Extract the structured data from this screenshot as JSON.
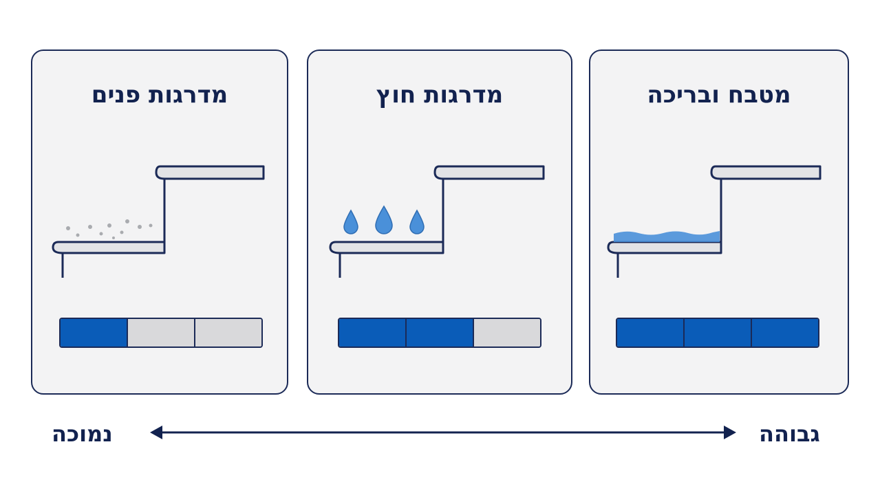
{
  "cards": [
    {
      "title": "מדרגות פנים",
      "filled_segments": 1,
      "total_segments": 3,
      "surface": "dust-icon"
    },
    {
      "title": "מדרגות חוץ",
      "filled_segments": 2,
      "total_segments": 3,
      "surface": "water-drops-icon"
    },
    {
      "title": "מטבח ובריכה",
      "filled_segments": 3,
      "total_segments": 3,
      "surface": "water-puddle-icon"
    }
  ],
  "scale": {
    "low_label": "נמוכה",
    "high_label": "גבוהה"
  },
  "colors": {
    "outline": "#1b2a57",
    "fill": "#0a5cb8",
    "empty": "#d9d9db",
    "water": "#4a90d9",
    "card_bg": "#f3f3f4"
  }
}
